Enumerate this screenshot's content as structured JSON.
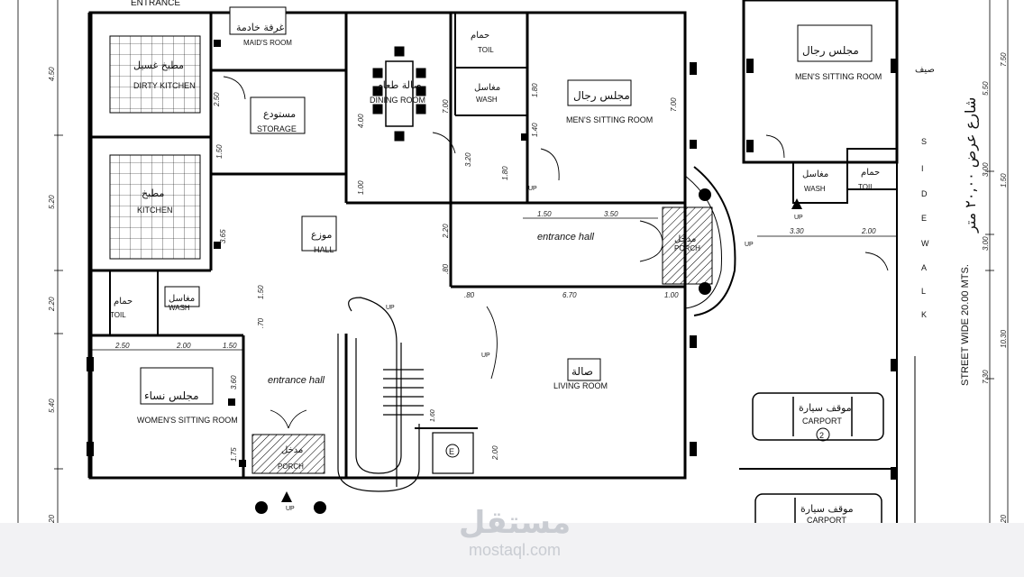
{
  "plan": {
    "rooms": [
      {
        "id": "entrance-top",
        "en": "ENTRANCE",
        "ar": ""
      },
      {
        "id": "maids-room",
        "ar": "غرفة خادمة",
        "en": "MAID'S ROOM"
      },
      {
        "id": "dirty-kitchen",
        "ar": "مطبخ غسيل",
        "en": "DIRTY KITCHEN"
      },
      {
        "id": "storage",
        "ar": "مستودع",
        "en": "STORAGE"
      },
      {
        "id": "dining-room",
        "ar": "صالة طعام",
        "en": "DINING ROOM"
      },
      {
        "id": "toilet-top",
        "ar": "حمام",
        "en": "TOIL"
      },
      {
        "id": "wash-top",
        "ar": "مغاسل",
        "en": "WASH"
      },
      {
        "id": "mens-sitting-1",
        "ar": "مجلس رجال",
        "en": "MEN'S SITTING ROOM"
      },
      {
        "id": "mens-sitting-2",
        "ar": "مجلس رجال",
        "en": "MEN'S SITTING ROOM"
      },
      {
        "id": "kitchen",
        "ar": "مطبخ",
        "en": "KITCHEN"
      },
      {
        "id": "hall",
        "ar": "موزع",
        "en": "HALL"
      },
      {
        "id": "entrance-hall-1",
        "ar": "",
        "en": "entrance hall"
      },
      {
        "id": "porch-1",
        "ar": "مدخل",
        "en": "PORCH"
      },
      {
        "id": "wash-right",
        "ar": "مغاسل",
        "en": "WASH"
      },
      {
        "id": "toilet-right",
        "ar": "حمام",
        "en": "TOIL"
      },
      {
        "id": "toilet-left",
        "ar": "حمام",
        "en": "TOIL"
      },
      {
        "id": "wash-left",
        "ar": "مغاسل",
        "en": "WASH"
      },
      {
        "id": "living-room",
        "ar": "صالة",
        "en": "LIVING ROOM"
      },
      {
        "id": "womens-sitting",
        "ar": "مجلس نساء",
        "en": "WOMEN'S SITTING ROOM"
      },
      {
        "id": "entrance-hall-2",
        "ar": "",
        "en": "entrance hall"
      },
      {
        "id": "porch-2",
        "ar": "مدخل",
        "en": "PORCH"
      },
      {
        "id": "carport-1",
        "ar": "موقف سيارة",
        "en": "CARPORT"
      },
      {
        "id": "carport-2",
        "ar": "موقف سيارة",
        "en": "CARPORT"
      },
      {
        "id": "wc-small",
        "ar": "صيف",
        "en": ""
      }
    ],
    "street_en": "STREET WIDE 20.00 MTS.",
    "street_ar": "شارع عرض ٢٠,٠٠ متر",
    "sidewalk": [
      "S",
      "I",
      "D",
      "E",
      "W",
      "A",
      "L",
      "K"
    ],
    "up_labels": [
      "UP",
      "UP",
      "UP",
      "UP",
      "UP",
      "UP"
    ],
    "elevator": "E",
    "car_number": "2",
    "dimensions": {
      "left": [
        "4.50",
        "5.20",
        "2.20",
        "5.40",
        "20"
      ],
      "inner_left": [
        "2.50",
        "1.50",
        "3.60",
        "1.75"
      ],
      "inner_mid": [
        "4.00",
        "1.00",
        "7.00",
        "3.20",
        "1.80",
        "2.20",
        ".80"
      ],
      "inner_right": [
        "1.80",
        "1.40",
        "7.00"
      ],
      "horizontal": [
        "1.50",
        "3.50",
        ".80",
        "6.70",
        "1.00",
        "2.50",
        "2.00",
        "1.50",
        "3.30",
        "2.00"
      ],
      "right_edge": [
        "7.50",
        "5.50",
        "1.50",
        "3.00",
        "7.30",
        "10.30",
        "20"
      ],
      "small": [
        "1.50",
        ".70",
        "3.65",
        "1.60",
        "2.00",
        "3.00"
      ]
    }
  },
  "watermark": {
    "logo": "مستقل",
    "url": "mostaql.com"
  }
}
